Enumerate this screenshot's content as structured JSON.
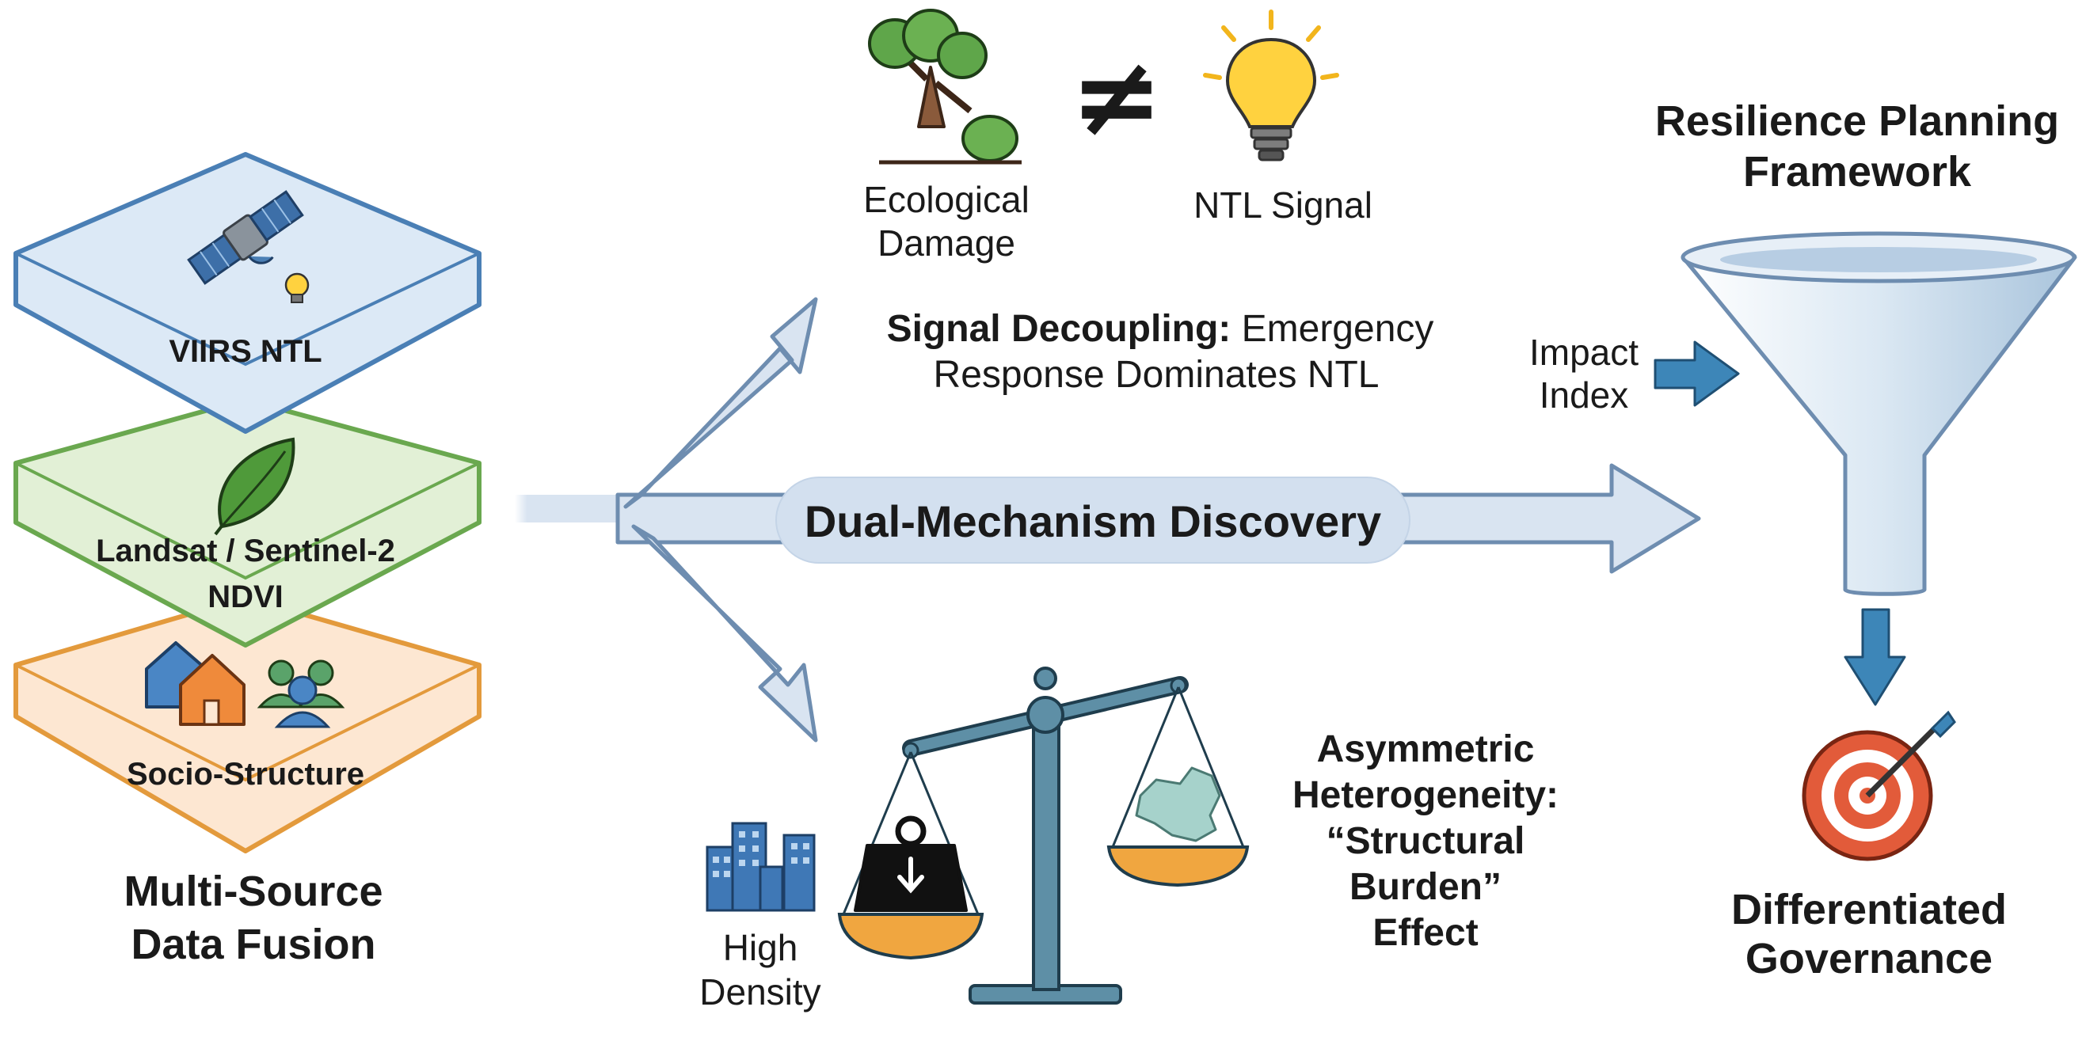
{
  "layers": {
    "viirs": "VIIRS NTL",
    "landsat_line1": "Landsat / Sentinel-2",
    "landsat_line2": "NDVI",
    "socio": "Socio-Structure"
  },
  "fusion": {
    "line1": "Multi-Source",
    "line2": "Data Fusion"
  },
  "top": {
    "eco_line1": "Ecological",
    "eco_line2": "Damage",
    "not_equal": "≠",
    "ntl_signal": "NTL Signal",
    "decoupling_bold": "Signal Decoupling:",
    "decoupling_rest": " Emergency",
    "decoupling_line2": "Response Dominates NTL"
  },
  "middle": {
    "dual": "Dual-Mechanism Discovery"
  },
  "bottom": {
    "high_line1": "High",
    "high_line2": "Density",
    "asym_line1": "Asymmetric",
    "asym_line2": "Heterogeneity:",
    "asym_line3": "“Structural",
    "asym_line4": "Burden”",
    "asym_line5": "Effect"
  },
  "right": {
    "title_line1": "Resilience Planning",
    "title_line2": "Framework",
    "impact_line1": "Impact",
    "impact_line2": "Index",
    "gov_line1": "Differentiated",
    "gov_line2": "Governance"
  },
  "colors": {
    "blue_layer": "#dce9f6",
    "blue_stroke": "#4a7fb5",
    "green_layer": "#e2f0d6",
    "green_stroke": "#6aa84f",
    "orange_layer": "#fde7d2",
    "orange_stroke": "#e39a3c",
    "arrow_fill": "#d9e4f1",
    "arrow_stroke": "#6e8db0",
    "accent_blue": "#3d86b8",
    "scale_teal": "#5e8fa6",
    "pan_orange": "#f0a640",
    "target_red": "#e25b3a"
  }
}
